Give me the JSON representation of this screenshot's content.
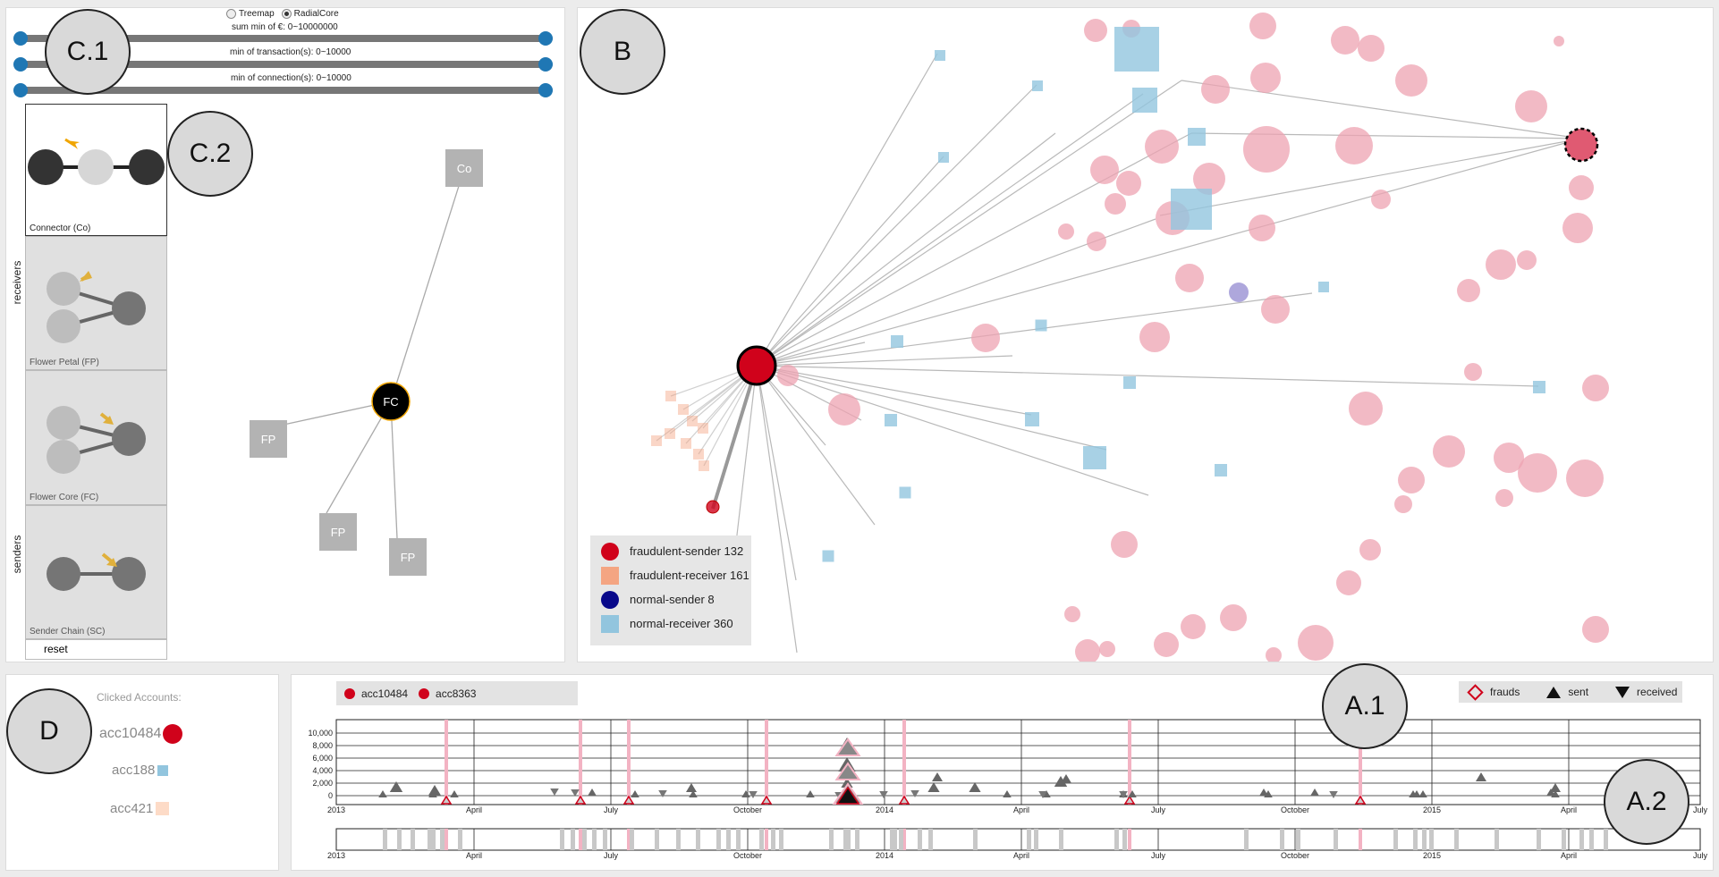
{
  "labels": {
    "c1": "C.1",
    "c2": "C.2",
    "b": "B",
    "d": "D",
    "a1": "A.1",
    "a2": "A.2"
  },
  "controls": {
    "layout_options": [
      "Treemap",
      "RadialCore"
    ],
    "layout_selected": "RadialCore",
    "sliders": [
      {
        "label": "sum min of €: 0~10000000"
      },
      {
        "label": "min of transaction(s): 0~10000"
      },
      {
        "label": "min of connection(s): 0~10000"
      }
    ]
  },
  "motifs": {
    "side_labels": [
      "receivers",
      "senders"
    ],
    "items": [
      {
        "caption": "Connector (Co)",
        "selected": true
      },
      {
        "caption": "Flower Petal (FP)",
        "selected": false
      },
      {
        "caption": "Flower Core (FC)",
        "selected": false
      },
      {
        "caption": "Sender Chain (SC)",
        "selected": false
      }
    ],
    "reset_label": "reset"
  },
  "motif_graph": {
    "nodes": [
      "Co",
      "FC",
      "FP",
      "FP",
      "FP"
    ]
  },
  "network": {
    "legend": [
      {
        "label": "fraudulent-sender 132",
        "color": "#d0021b",
        "shape": "circle"
      },
      {
        "label": "fraudulent-receiver 161",
        "color": "#f4a582",
        "shape": "square"
      },
      {
        "label": "normal-sender 8",
        "color": "#08088a",
        "shape": "circle"
      },
      {
        "label": "normal-receiver 360",
        "color": "#92c5de",
        "shape": "square"
      }
    ]
  },
  "clicked": {
    "title": "Clicked Accounts:",
    "accounts": [
      {
        "name": "acc10484",
        "color": "#d0021b"
      },
      {
        "name": "acc188",
        "color": "#92c5de"
      },
      {
        "name": "acc421",
        "color": "#fddbc7"
      }
    ]
  },
  "timeline": {
    "selected_accounts": [
      "acc10484",
      "acc8363"
    ],
    "legend": [
      "frauds",
      "sent",
      "received"
    ],
    "y_ticks": [
      "10,000",
      "8,000",
      "6,000",
      "4,000",
      "2,000",
      "0"
    ],
    "x_ticks": [
      "2013",
      "April",
      "July",
      "October",
      "2014",
      "April",
      "July",
      "October",
      "2015",
      "April",
      "July"
    ]
  },
  "colors": {
    "fraud": "#d0021b",
    "normal_receiver": "#92c5de",
    "fraud_receiver": "#f4a582",
    "pink_node": "#eea3b1"
  }
}
